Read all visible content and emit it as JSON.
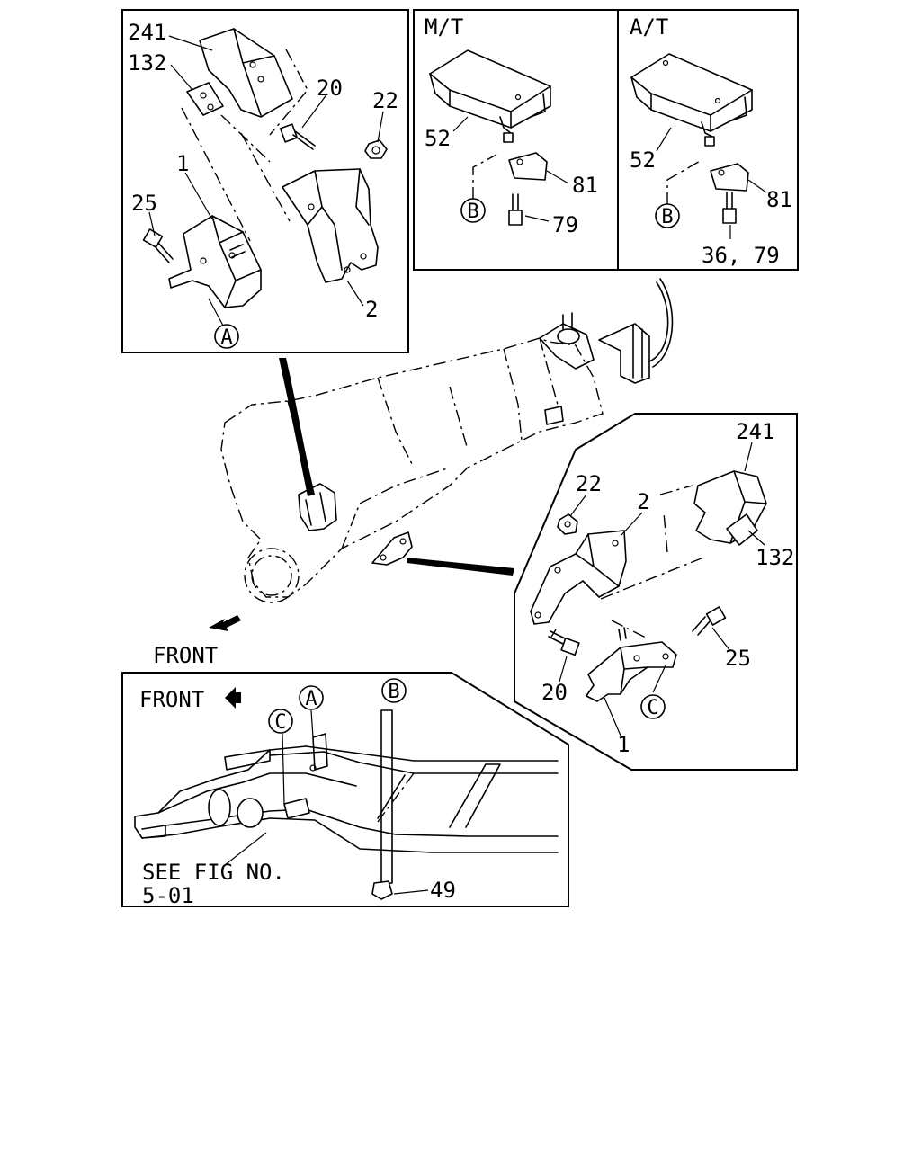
{
  "labels": {
    "p241": "241",
    "p132": "132",
    "p20": "20",
    "p22": "22",
    "p1": "1",
    "p25": "25",
    "p2": "2",
    "mt": "M/T",
    "at": "A/T",
    "mt52": "52",
    "mt81": "81",
    "mt79": "79",
    "at52": "52",
    "at81": "81",
    "at3679": "36, 79",
    "r241": "241",
    "r22": "22",
    "r2": "2",
    "r132": "132",
    "r25": "25",
    "r20": "20",
    "r1": "1",
    "front_main": "FRONT",
    "front_frame": "FRONT",
    "see_fig_1": "SEE FIG NO.",
    "see_fig_2": "5-01",
    "f49": "49"
  },
  "callouts": {
    "A1": "A",
    "B1": "B",
    "B2": "B",
    "C1": "C",
    "A2": "A",
    "B3": "B",
    "C2": "C"
  }
}
